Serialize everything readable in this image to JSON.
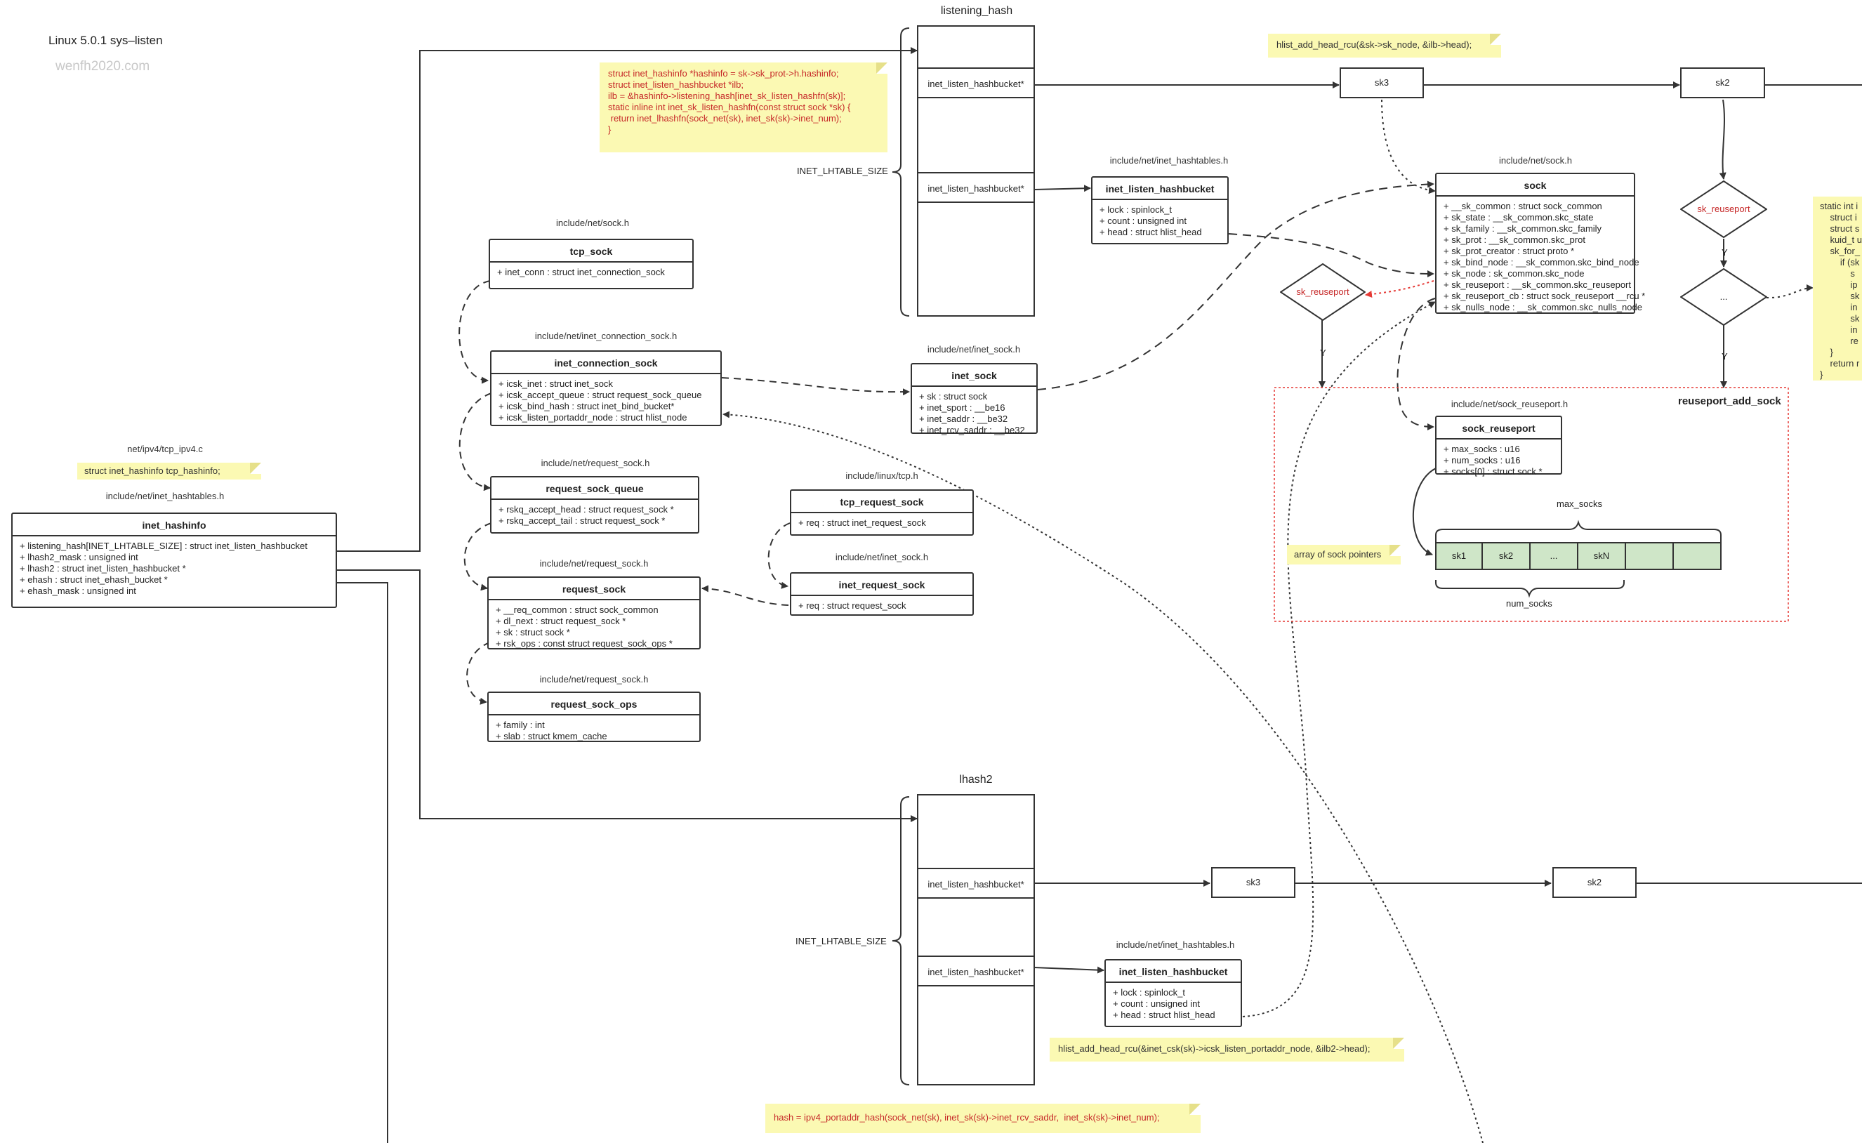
{
  "header": {
    "title": "Linux 5.0.1 sys–listen",
    "watermark": "wenfh2020.com"
  },
  "colors": {
    "note_bg": "#fbf9b3",
    "red_text": "#c62828",
    "cell_fill": "#cfe6c8",
    "region_border": "#e53935"
  },
  "inet_hashinfo": {
    "path": "include/net/inet_hashtables.h",
    "name": "inet_hashinfo",
    "fields": [
      "+ listening_hash[INET_LHTABLE_SIZE] : struct inet_listen_hashbucket",
      "+ lhash2_mask : unsigned int",
      "+ lhash2 : struct inet_listen_hashbucket *",
      "+ ehash :  struct inet_ehash_bucket *",
      "+ ehash_mask : unsigned int"
    ]
  },
  "tcp_ipv4": {
    "path": "net/ipv4/tcp_ipv4.c",
    "note": "struct inet_hashinfo tcp_hashinfo;"
  },
  "tcp_sock": {
    "path": "include/net/sock.h",
    "name": "tcp_sock",
    "fields": [
      "+ inet_conn : struct inet_connection_sock"
    ]
  },
  "inet_connection_sock": {
    "path": "include/net/inet_connection_sock.h",
    "name": "inet_connection_sock",
    "fields": [
      "+ icsk_inet : struct inet_sock",
      "+ icsk_accept_queue : struct request_sock_queue",
      "+ icsk_bind_hash : struct inet_bind_bucket*",
      "+ icsk_listen_portaddr_node : struct hlist_node"
    ]
  },
  "request_sock_queue": {
    "path": "include/net/request_sock.h",
    "name": "request_sock_queue",
    "fields": [
      "+ rskq_accept_head : struct request_sock *",
      "+ rskq_accept_tail : struct request_sock *"
    ]
  },
  "request_sock": {
    "path": "include/net/request_sock.h",
    "name": "request_sock",
    "fields": [
      "+ __req_common : struct sock_common",
      "+ dl_next : struct request_sock *",
      "+ sk : struct sock *",
      "+ rsk_ops : const struct request_sock_ops *"
    ]
  },
  "request_sock_ops": {
    "path": "include/net/request_sock.h",
    "name": "request_sock_ops",
    "fields": [
      "+ family : int",
      "+ slab : struct kmem_cache"
    ]
  },
  "tcp_request_sock": {
    "path": "include/linux/tcp.h",
    "name": "tcp_request_sock",
    "fields": [
      "+ req : struct inet_request_sock"
    ]
  },
  "inet_request_sock": {
    "path": "include/net/inet_sock.h",
    "name": "inet_request_sock",
    "fields": [
      "+ req : struct request_sock"
    ]
  },
  "inet_sock": {
    "path": "include/net/inet_sock.h",
    "name": "inet_sock",
    "fields": [
      "+ sk : struct sock",
      "+ inet_sport : __be16",
      "+ inet_saddr : __be32",
      "+ inet_rcv_saddr : __be32"
    ]
  },
  "listening_hash": {
    "title": "listening_hash",
    "size_label": "INET_LHTABLE_SIZE",
    "rows": [
      "inet_listen_hashbucket*",
      "inet_listen_hashbucket*"
    ]
  },
  "lhash2": {
    "title": "lhash2",
    "size_label": "INET_LHTABLE_SIZE",
    "rows": [
      "inet_listen_hashbucket*",
      "inet_listen_hashbucket*"
    ]
  },
  "bucket_top": {
    "path": "include/net/inet_hashtables.h",
    "name": "inet_listen_hashbucket",
    "fields": [
      "+ lock : spinlock_t",
      "+ count : unsigned int",
      "+ head : struct hlist_head"
    ]
  },
  "bucket_bottom": {
    "path": "include/net/inet_hashtables.h",
    "name": "inet_listen_hashbucket",
    "fields": [
      "+ lock : spinlock_t",
      "+ count : unsigned int",
      "+ head : struct hlist_head"
    ]
  },
  "code_note": {
    "lines": [
      "struct inet_hashinfo *hashinfo = sk->sk_prot->h.hashinfo;",
      "struct inet_listen_hashbucket *ilb;",
      "ilb = &hashinfo->listening_hash[inet_sk_listen_hashfn(sk)];",
      "",
      "static inline int inet_sk_listen_hashfn(const struct sock *sk) {",
      " return inet_lhashfn(sock_net(sk), inet_sk(sk)->inet_num);",
      "}"
    ]
  },
  "hlist_note_top": "hlist_add_head_rcu(&sk->sk_node, &ilb->head);",
  "hlist_note_bottom": "hlist_add_head_rcu(&inet_csk(sk)->icsk_listen_portaddr_node, &ilb2->head);",
  "hash_note": "hash = ipv4_portaddr_hash(sock_net(sk), inet_sk(sk)->inet_rcv_saddr,  inet_sk(sk)->inet_num);",
  "sock": {
    "path": "include/net/sock.h",
    "name": "sock",
    "fields": [
      "+ __sk_common : struct sock_common",
      "+ sk_state :  __sk_common.skc_state",
      "+ sk_family : __sk_common.skc_family",
      "+ sk_prot : __sk_common.skc_prot",
      "+ sk_prot_creator : struct proto  *",
      "+ sk_bind_node : __sk_common.skc_bind_node",
      "+ sk_node : sk_common.skc_node",
      "+ sk_reuseport : __sk_common.skc_reuseport",
      "+ sk_reuseport_cb : struct sock_reuseport __rcu *",
      "+ sk_nulls_node : __sk_common.skc_nulls_node"
    ]
  },
  "sock_reuseport": {
    "path": "include/net/sock_reuseport.h",
    "name": "sock_reuseport",
    "fields": [
      "+ max_socks : u16",
      "+ num_socks : u16",
      "+ socks[0] : struct sock *"
    ]
  },
  "reuseport_region": {
    "title": "reuseport_add_sock",
    "array_note": "array of sock pointers",
    "max_label": "max_socks",
    "num_label": "num_socks",
    "cells": [
      "sk1",
      "sk2",
      "...",
      "skN",
      "",
      ""
    ]
  },
  "diamonds": {
    "d1": "sk_reuseport",
    "d2": "sk_reuseport",
    "d3": "...",
    "y1": "Y",
    "y2": "Y",
    "y3": "Y"
  },
  "chain_top": [
    "sk3",
    "sk2"
  ],
  "chain_bottom": [
    "sk3",
    "sk2"
  ],
  "right_code": {
    "lines": [
      "static int i",
      "    struct i",
      "    struct s",
      "    kuid_t u",
      "    sk_for_",
      "        if (sk",
      "            s",
      "            ip",
      "            sk",
      "            in",
      "            sk",
      "            in",
      "            re",
      "    }",
      "    return r",
      "}"
    ]
  }
}
